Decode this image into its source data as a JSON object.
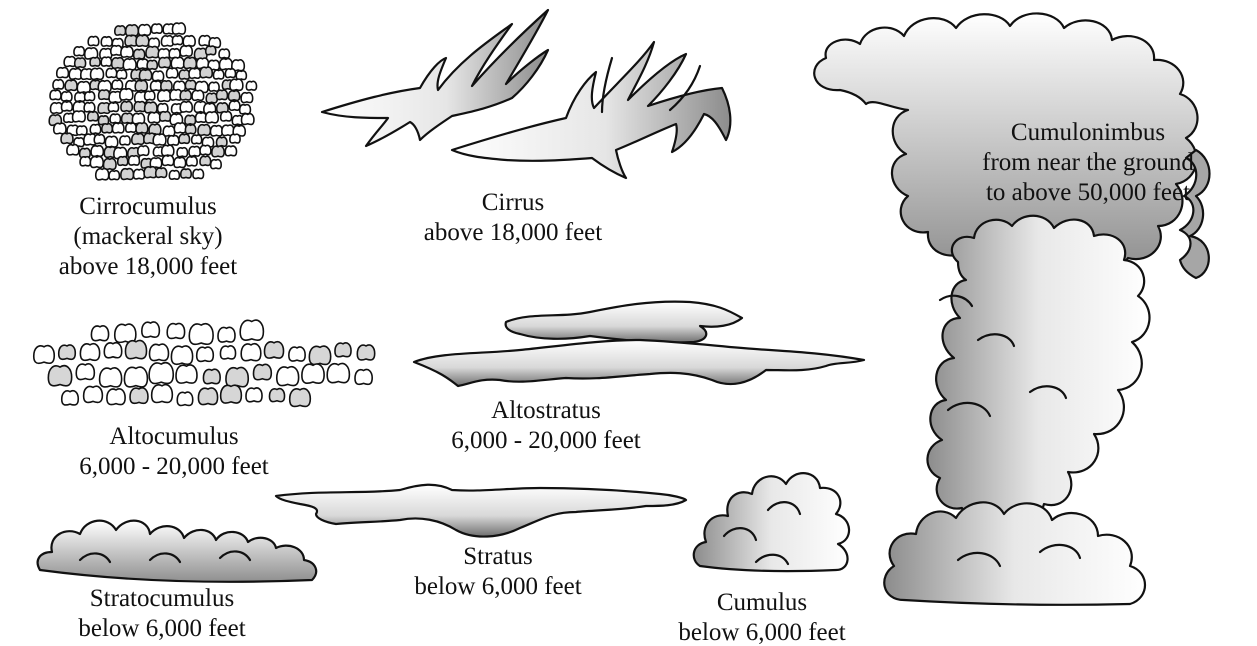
{
  "clouds": [
    {
      "id": "cirrocumulus",
      "lines": [
        "Cirrocumulus",
        "(mackeral sky)",
        "above 18,000 feet"
      ]
    },
    {
      "id": "cirrus",
      "lines": [
        "Cirrus",
        "above 18,000 feet"
      ]
    },
    {
      "id": "cumulonimbus",
      "lines": [
        "Cumulonimbus",
        "from near the ground",
        "to above 50,000 feet"
      ]
    },
    {
      "id": "altocumulus",
      "lines": [
        "Altocumulus",
        "6,000 - 20,000 feet"
      ]
    },
    {
      "id": "altostratus",
      "lines": [
        "Altostratus",
        "6,000 - 20,000 feet"
      ]
    },
    {
      "id": "stratus",
      "lines": [
        "Stratus",
        "below 6,000 feet"
      ]
    },
    {
      "id": "stratocumulus",
      "lines": [
        "Stratocumulus",
        "below 6,000 feet"
      ]
    },
    {
      "id": "cumulus",
      "lines": [
        "Cumulus",
        "below 6,000 feet"
      ]
    }
  ],
  "colors": {
    "ink": "#111111",
    "shade_dark": "#9a9a9a",
    "shade_light": "#ffffff"
  }
}
